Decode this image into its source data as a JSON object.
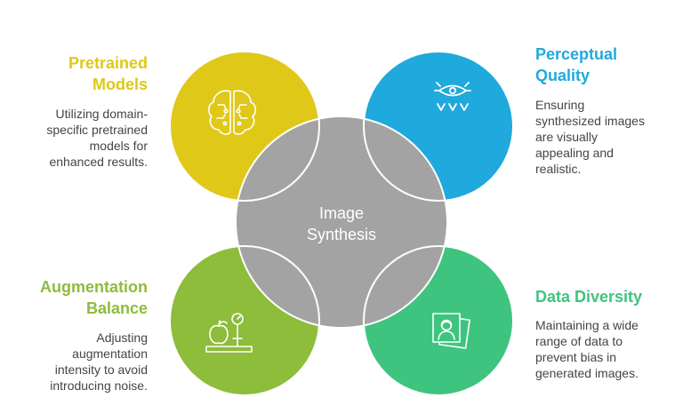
{
  "center": {
    "label_line1": "Image",
    "label_line2": "Synthesis",
    "color": "#a3a3a3"
  },
  "quadrants": {
    "top_left": {
      "title": "Pretrained\nModels",
      "description": "Utilizing domain-\nspecific pretrained\nmodels for\nenhanced results.",
      "color": "#dfc818",
      "icon": "brain-circuit-icon"
    },
    "top_right": {
      "title": "Perceptual\nQuality",
      "description": "Ensuring\nsynthesized images\nare visually\nappealing and\nrealistic.",
      "color": "#1fa9dc",
      "icon": "eye-scan-icon"
    },
    "bottom_left": {
      "title": "Augmentation\nBalance",
      "description": "Adjusting\naugmentation\nintensity to avoid\nintroducing noise.",
      "color": "#8ebc3b",
      "icon": "apple-scale-icon"
    },
    "bottom_right": {
      "title": "Data Diversity",
      "description": "Maintaining a wide\nrange of data to\nprevent bias in\ngenerated images.",
      "color": "#3ec47f",
      "icon": "portrait-photos-icon"
    }
  }
}
